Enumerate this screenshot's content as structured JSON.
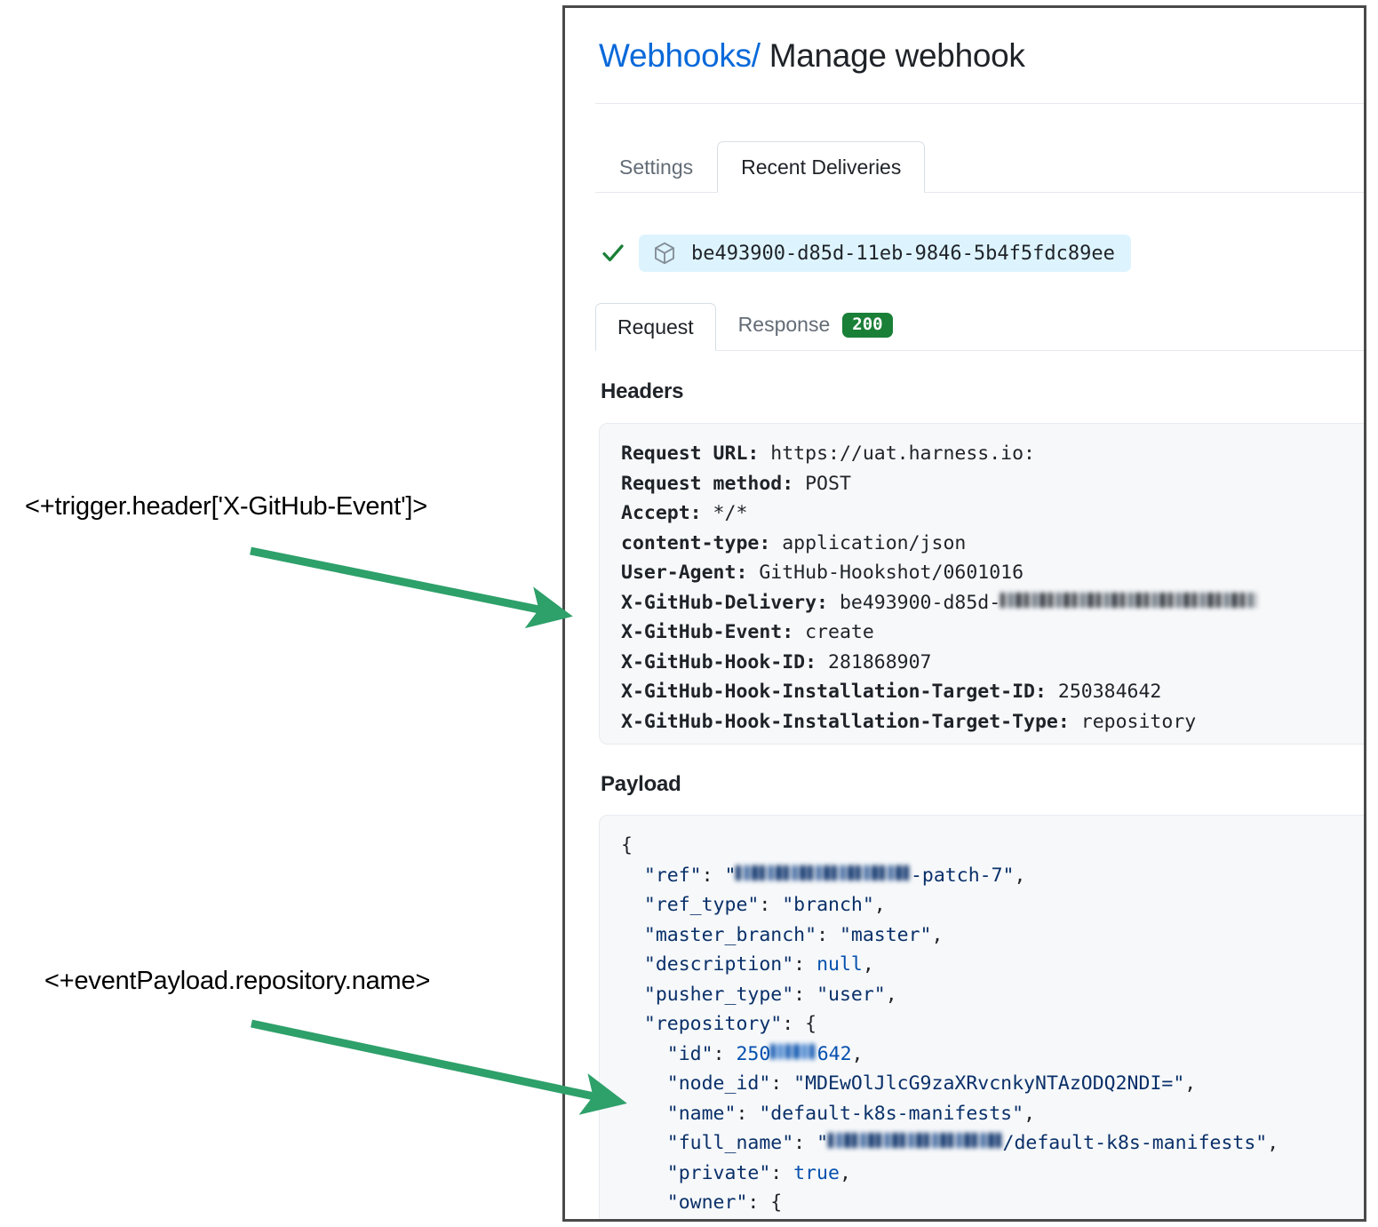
{
  "annotations": [
    {
      "text": "<+trigger.header['X-GitHub-Event']>",
      "arrow_color": "#2ea06a"
    },
    {
      "text": "<+eventPayload.repository.name>",
      "arrow_color": "#2ea06a"
    }
  ],
  "panel": {
    "breadcrumb": {
      "parent": "Webhooks",
      "separator": "/",
      "current": "Manage webhook"
    },
    "tabs": [
      {
        "label": "Settings",
        "active": false
      },
      {
        "label": "Recent Deliveries",
        "active": true
      }
    ],
    "delivery": {
      "status_icon": "check-icon",
      "package_icon": "cube-icon",
      "id": "be493900-d85d-11eb-9846-5b4f5fdc89ee"
    },
    "detail_tabs": [
      {
        "label": "Request",
        "active": true,
        "badge": null
      },
      {
        "label": "Response",
        "active": false,
        "badge": "200"
      }
    ],
    "headers_section": {
      "title": "Headers",
      "lines": [
        {
          "key": "Request URL:",
          "value": " https://uat.harness.io:"
        },
        {
          "key": "Request method:",
          "value": " POST"
        },
        {
          "key": "Accept:",
          "value": " */*"
        },
        {
          "key": "content-type:",
          "value": " application/json"
        },
        {
          "key": "User-Agent:",
          "value": " GitHub-Hookshot/0601016"
        },
        {
          "key": "X-GitHub-Delivery:",
          "value": " be493900-d85d-",
          "redacted": "11eb-9846-5b4f5fdc89ee"
        },
        {
          "key": "X-GitHub-Event:",
          "value": " create"
        },
        {
          "key": "X-GitHub-Hook-ID:",
          "value": " 281868907"
        },
        {
          "key": "X-GitHub-Hook-Installation-Target-ID:",
          "value": " 250384642"
        },
        {
          "key": "X-GitHub-Hook-Installation-Target-Type:",
          "value": " repository"
        }
      ]
    },
    "payload_section": {
      "title": "Payload",
      "lines": [
        {
          "indent": 0,
          "text": "{"
        },
        {
          "indent": 1,
          "key": "\"ref\"",
          "value_prefix": "\"",
          "redacted": "michaelkrtizman",
          "value_suffix": "-patch-7\"",
          "comma": true,
          "type": "string"
        },
        {
          "indent": 1,
          "key": "\"ref_type\"",
          "value": "\"branch\"",
          "comma": true,
          "type": "string"
        },
        {
          "indent": 1,
          "key": "\"master_branch\"",
          "value": "\"master\"",
          "comma": true,
          "type": "string"
        },
        {
          "indent": 1,
          "key": "\"description\"",
          "value": "null",
          "comma": true,
          "type": "literal"
        },
        {
          "indent": 1,
          "key": "\"pusher_type\"",
          "value": "\"user\"",
          "comma": true,
          "type": "string"
        },
        {
          "indent": 1,
          "key": "\"repository\"",
          "value": "{",
          "comma": false,
          "type": "open"
        },
        {
          "indent": 2,
          "key": "\"id\"",
          "value_prefix": "250",
          "redacted": "3846",
          "value_suffix": "642",
          "comma": true,
          "type": "number"
        },
        {
          "indent": 2,
          "key": "\"node_id\"",
          "value": "\"MDEwOlJlcG9zaXRvcnkyNTAzODQ2NDI=\"",
          "comma": true,
          "type": "string"
        },
        {
          "indent": 2,
          "key": "\"name\"",
          "value": "\"default-k8s-manifests\"",
          "comma": true,
          "type": "string"
        },
        {
          "indent": 2,
          "key": "\"full_name\"",
          "value_prefix": "\"",
          "redacted": "michaelkrtizman",
          "value_suffix": "/default-k8s-manifests\"",
          "comma": true,
          "type": "string"
        },
        {
          "indent": 2,
          "key": "\"private\"",
          "value": "true",
          "comma": true,
          "type": "literal"
        },
        {
          "indent": 2,
          "key": "\"owner\"",
          "value": "{",
          "comma": false,
          "type": "open"
        }
      ]
    }
  },
  "colors": {
    "link": "#0969da",
    "chip_bg": "#ddf4ff",
    "code_bg": "#f6f8fa",
    "badge_green": "#1a7f37",
    "arrow_green": "#2ea06a",
    "json_key": "#0a3069",
    "json_literal": "#0550ae"
  }
}
